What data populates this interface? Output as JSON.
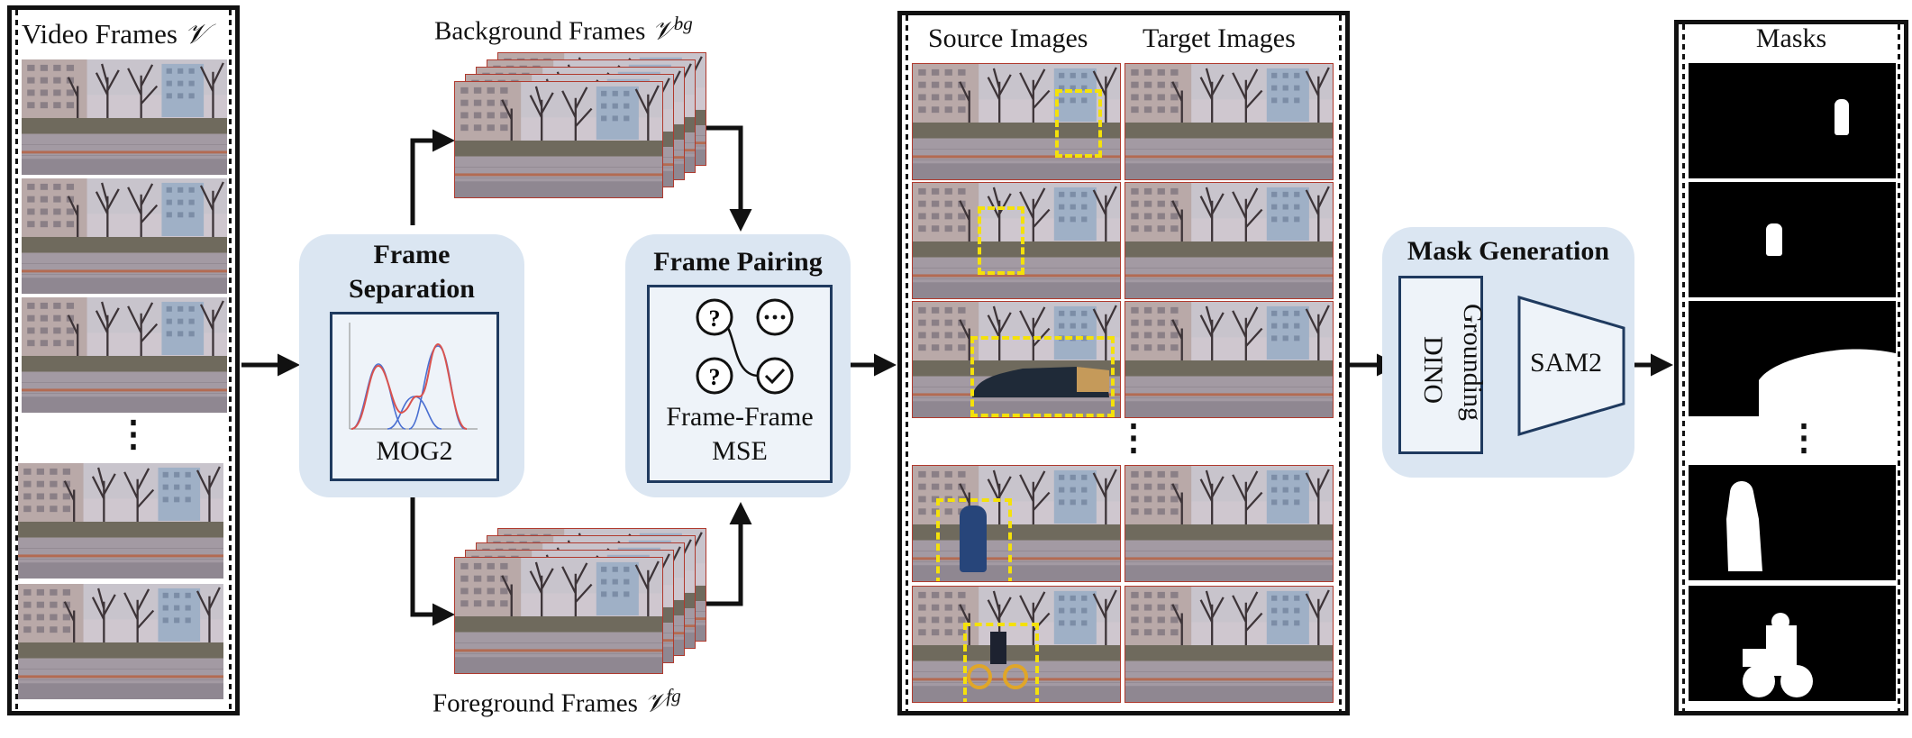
{
  "video_frames": {
    "title": "Video Frames ",
    "symbol": "𝒱"
  },
  "background_frames": {
    "title": "Background Frames ",
    "symbol": "𝒱",
    "superscript": "bg"
  },
  "foreground_frames": {
    "title": "Foreground Frames ",
    "symbol": "𝒱",
    "superscript": "fg"
  },
  "frame_separation": {
    "title_line1": "Frame",
    "title_line2": "Separation",
    "method": "MOG2"
  },
  "frame_pairing": {
    "title": "Frame Pairing",
    "method_line1": "Frame-Frame",
    "method_line2": "MSE",
    "icons": [
      "question-icon",
      "ellipsis-icon",
      "question-icon",
      "check-icon"
    ]
  },
  "pairs": {
    "source_title": "Source Images",
    "target_title": "Target Images"
  },
  "mask_generation": {
    "title": "Mask Generation",
    "detector": "Grounding DINO",
    "detector_line1": "Grounding",
    "detector_line2": "DINO",
    "segmenter": "SAM2"
  },
  "masks": {
    "title": "Masks"
  },
  "ellipsis": "⋮",
  "colors": {
    "panel": "#dbe6f2",
    "panel_border": "#1f3a5f",
    "highlight_box": "#f4e10a",
    "frame_border": "#c0392b",
    "mog_red": "#d9534f",
    "mog_blue": "#4a6fd1"
  }
}
